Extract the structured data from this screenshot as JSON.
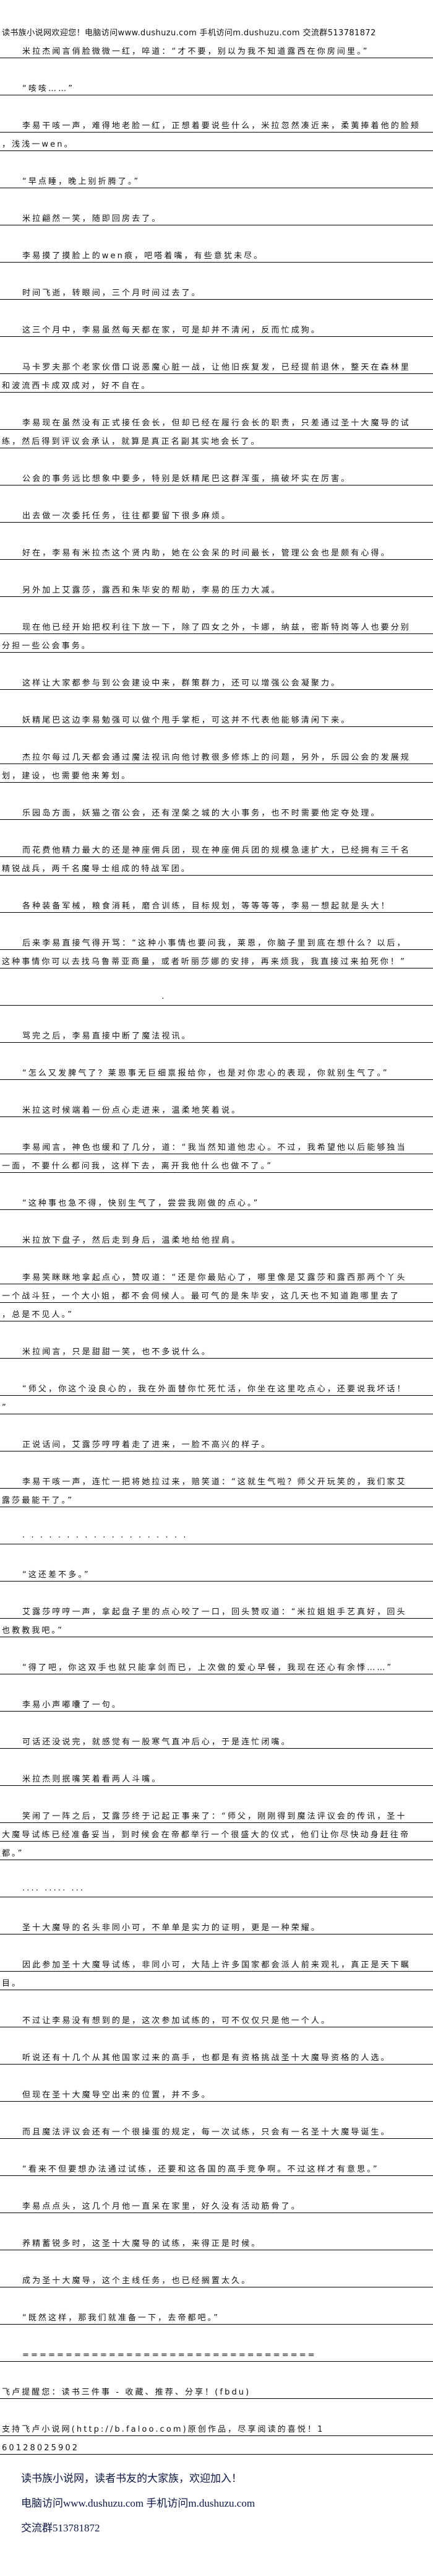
{
  "header": "读书族小说网欢迎您！电脑访问www.dushuzu.com 手机访问m.dushuzu.com 交流群513781872",
  "paragraphs": [
    [
      "米拉杰闻言俏脸微微一红，啐道：“才不要，别以为我不知道露西在你房间里。”"
    ],
    [
      "“咳咳……”"
    ],
    [
      "李易干咳一声，难得地老脸一红，正想着要说些什么，米拉忽然凑近来，柔荑捧着他的脸颊",
      "，浅浅一wen。"
    ],
    [
      "“早点睡，晚上别折腾了。”"
    ],
    [
      "米拉翩然一笑，随即回房去了。"
    ],
    [
      "李易摸了摸脸上的wen痕，吧嗒着嘴，有些意犹未尽。"
    ],
    [
      "时间飞逝，转眼间，三个月时间过去了。"
    ],
    [
      "这三个月中，李易虽然每天都在家，可是却并不清闲，反而忙成狗。"
    ],
    [
      "马卡罗夫那个老家伙借口说恶魔心脏一战，让他旧疾复发，已经提前退休，整天在森林里",
      "和波流西卡成双成对，好不自在。"
    ],
    [
      "李易现在虽然没有正式接任会长，但却已经在履行会长的职责，只差通过圣十大魔导的试",
      "练，然后得到评议会承认，就算是真正名副其实地会长了。"
    ],
    [
      "公会的事务远比想象中要多，特别是妖精尾巴这群浑蛋，搞破坏实在厉害。"
    ],
    [
      "出去做一次委托任务，往往都要留下很多麻烦。"
    ],
    [
      "好在，李易有米拉杰这个贤内助，她在公会呆的时间最长，管理公会也是颇有心得。"
    ],
    [
      "另外加上艾露莎，露西和朱毕安的帮助，李易的压力大减。"
    ],
    [
      "现在他已经开始把权利往下放一下，除了四女之外，卡娜，纳兹，密斯特岗等人也要分别",
      "分担一些公会事务。"
    ],
    [
      "这样让大家都参与到公会建设中来，群策群力，还可以增强公会凝聚力。"
    ],
    [
      "妖精尾巴这边李易勉强可以做个甩手掌柜，可这并不代表他能够清闲下来。"
    ],
    [
      "杰拉尔每过几天都会通过魔法视讯向他讨教很多修炼上的问题，另外，乐园公会的发展规",
      "划，建设，也需要他来筹划。"
    ],
    [
      "乐园岛方面，妖猫之宿公会，还有涅槃之城的大小事务，也不时需要他定夺处理。"
    ],
    [
      "而花费他精力最大的还是神座佣兵团，现在神座佣兵团的规模急速扩大，已经拥有三千名",
      "精锐战兵，两千名魔导士组成的特战军团。"
    ],
    [
      "各种装备军械，粮食消耗，磨合训练，目标规划，等等等等，李易一想起就是头大！"
    ],
    [
      "后来李易直接气得开骂：“这种小事情也要问我，莱恩，你脑子里到底在想什么？以后，",
      "这种事情你可以去找乌鲁蒂亚商量，或者听丽莎娜的安排，再来烦我，我直接过来拍死你！”"
    ],
    [
      "　　　　　　　　　　　　　　·"
    ],
    [
      "骂完之后，李易直接中断了魔法视讯。"
    ],
    [
      "“怎么又发脾气了？莱恩事无巨细禀报给你，也是对你忠心的表现，你就别生气了。”"
    ],
    [
      "米拉这时候端着一份点心走进来，温柔地笑着说。"
    ],
    [
      "李易闻言，神色也缓和了几分，道：“我当然知道他忠心。不过，我希望他以后能够独当",
      "一面，不要什么都问我，这样下去，离开我他什么也做不了。”"
    ],
    [
      "“这种事也急不得，快别生气了，尝尝我刚做的点心。”"
    ],
    [
      "米拉放下盘子，然后走到身后，温柔地给他捏肩。"
    ],
    [
      "李易笑眯眯地拿起点心，赞叹道：“还是你最贴心了，哪里像是艾露莎和露西那两个丫头",
      "一个战斗狂，一个大小姐，都不会伺候人。最可气的是朱毕安，这几天也不知道跑哪里去了",
      "，总是不见人。”"
    ],
    [
      "米拉闻言，只是甜甜一笑，也不多说什么。"
    ],
    [
      "“师父，你这个没良心的，我在外面替你忙死忙活，你坐在这里吃点心，还要说我坏话！",
      "”"
    ],
    [
      "正说话间，艾露莎哼哼着走了进来，一脸不高兴的样子。"
    ],
    [
      "李易干咳一声，连忙一把将她拉过来，赔笑道：“这就生气啦？师父开玩笑的，我们家艾",
      "露莎最能干了。”"
    ],
    [
      "· ·  · · · · · · · · · · · · · · · · ·"
    ],
    [
      "“这还差不多。”"
    ],
    [
      "艾露莎哼哼一声，拿起盘子里的点心咬了一口，回头赞叹道：“米拉姐姐手艺真好，回头",
      "也教教我吧。”"
    ],
    [
      "“得了吧，你这双手也就只能拿剑而已，上次做的爱心早餐，我现在还心有余悸……”"
    ],
    [
      "李易小声嘟囔了一句。"
    ],
    [
      "可话还没说完，就感觉有一股寒气直冲后心，于是连忙闭嘴。"
    ],
    [
      "米拉杰则抿嘴笑着看两人斗嘴。"
    ],
    [
      "笑闹了一阵之后，艾露莎终于记起正事来了：“师父，刚刚得到魔法评议会的传讯，圣十",
      "大魔导试练已经准备妥当，到时候会在帝都举行一个很盛大的仪式，他们让你尽快动身赶往帝",
      "都。”"
    ],
    [
      "····  ·····  ···"
    ],
    [
      "圣十大魔导的名头非同小可，不单单是实力的证明，更是一种荣耀。"
    ],
    [
      "因此参加圣十大魔导试练，非同小可，大陆上许多国家都会派人前来观礼，真正是天下瞩",
      "目。"
    ],
    [
      "不过让李易没有想到的是，这次参加试练的，可不仅仅只是他一个人。"
    ],
    [
      "听说还有十几个从其他国家过来的高手，也都是有资格挑战圣十大魔导资格的人选。"
    ],
    [
      "但现在圣十大魔导空出来的位置，并不多。"
    ],
    [
      "而且魔法评议会还有一个很操蛋的规定，每一次试练，只会有一名圣十大魔导诞生。"
    ],
    [
      "“看来不但要想办法通过试练，还要和这各国的高手竞争啊。不过这样才有意思。”"
    ],
    [
      "李易点点头，这几个月他一直呆在家里，好久没有活动筋骨了。"
    ],
    [
      "养精蓄锐多时，这圣十大魔导的试练，来得正是时候。"
    ],
    [
      "成为圣十大魔导，这个主线任务，也已经搁置太久。"
    ],
    [
      "“既然这样，那我们就准备一下，去帝都吧。”"
    ],
    [
      "=================================="
    ],
    [
      "飞卢提醒您：读书三件事 - 收藏、推荐、分享！(fbdu)"
    ],
    [
      "支持飞卢小说网(http://b.faloo.com)原创作品，尽享阅读的喜悦！1",
      "60128025902"
    ]
  ],
  "unindented_paragraphs": [
    55,
    56
  ],
  "footer": {
    "line1": "读书族小说网，读者书友的大家族，欢迎加入！",
    "line2": "电脑访问www.dushuzu.com 手机访问m.dushuzu.com",
    "line3": "交流群513781872"
  }
}
